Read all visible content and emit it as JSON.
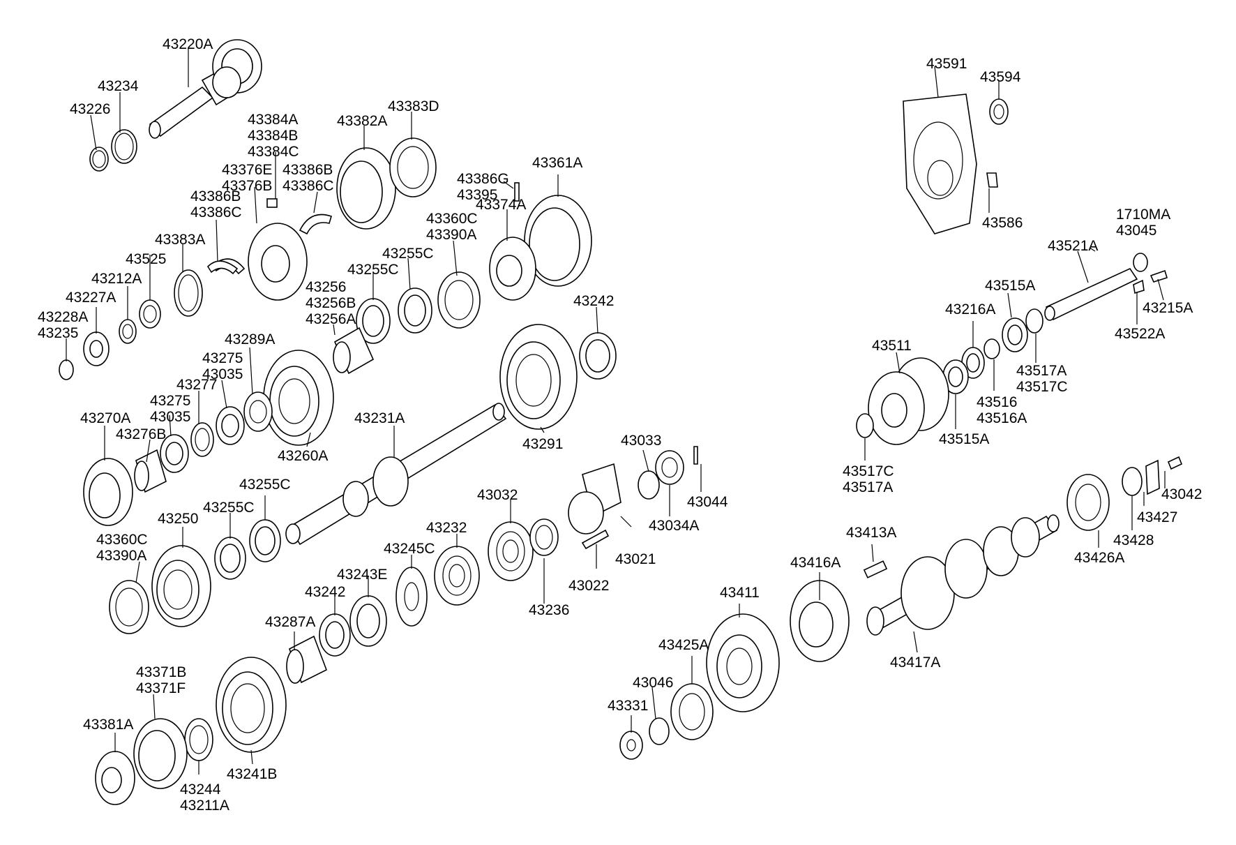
{
  "parts": [
    {
      "id": "p1",
      "lines": [
        "43220A"
      ]
    },
    {
      "id": "p2",
      "lines": [
        "43234"
      ]
    },
    {
      "id": "p3",
      "lines": [
        "43226"
      ]
    },
    {
      "id": "p4",
      "lines": [
        "43384A",
        "43384B",
        "43384C"
      ]
    },
    {
      "id": "p5",
      "lines": [
        "43382A"
      ]
    },
    {
      "id": "p6",
      "lines": [
        "43383D"
      ]
    },
    {
      "id": "p7",
      "lines": [
        "43376E",
        "43376B"
      ]
    },
    {
      "id": "p8",
      "lines": [
        "43386B",
        "43386C"
      ]
    },
    {
      "id": "p9",
      "lines": [
        "43386G",
        "43395"
      ]
    },
    {
      "id": "p10",
      "lines": [
        "43361A"
      ]
    },
    {
      "id": "p11",
      "lines": [
        "43386B",
        "43386C"
      ]
    },
    {
      "id": "p12",
      "lines": [
        "43374A"
      ]
    },
    {
      "id": "p13",
      "lines": [
        "43360C",
        "43390A"
      ]
    },
    {
      "id": "p14",
      "lines": [
        "43383A"
      ]
    },
    {
      "id": "p15",
      "lines": [
        "43255C"
      ]
    },
    {
      "id": "p16",
      "lines": [
        "43525"
      ]
    },
    {
      "id": "p17",
      "lines": [
        "43255C"
      ]
    },
    {
      "id": "p18",
      "lines": [
        "43212A"
      ]
    },
    {
      "id": "p19",
      "lines": [
        "43256",
        "43256B",
        "43256A"
      ]
    },
    {
      "id": "p20",
      "lines": [
        "43227A"
      ]
    },
    {
      "id": "p21",
      "lines": [
        "43242"
      ]
    },
    {
      "id": "p22",
      "lines": [
        "43228A",
        "43235"
      ]
    },
    {
      "id": "p23",
      "lines": [
        "43289A"
      ]
    },
    {
      "id": "p24",
      "lines": [
        "43275",
        "43035"
      ]
    },
    {
      "id": "p25",
      "lines": [
        "43277"
      ]
    },
    {
      "id": "p26",
      "lines": [
        "43275",
        "43035"
      ]
    },
    {
      "id": "p27",
      "lines": [
        "43270A"
      ]
    },
    {
      "id": "p28",
      "lines": [
        "43276B"
      ]
    },
    {
      "id": "p29",
      "lines": [
        "43231A"
      ]
    },
    {
      "id": "p30",
      "lines": [
        "43260A"
      ]
    },
    {
      "id": "p31",
      "lines": [
        "43291"
      ]
    },
    {
      "id": "p32",
      "lines": [
        "43255C"
      ]
    },
    {
      "id": "p33",
      "lines": [
        "43250"
      ]
    },
    {
      "id": "p34",
      "lines": [
        "43255C"
      ]
    },
    {
      "id": "p35",
      "lines": [
        "43360C",
        "43390A"
      ]
    },
    {
      "id": "p36",
      "lines": [
        "43032"
      ]
    },
    {
      "id": "p37",
      "lines": [
        "43232"
      ]
    },
    {
      "id": "p38",
      "lines": [
        "43245C"
      ]
    },
    {
      "id": "p39",
      "lines": [
        "43243E"
      ]
    },
    {
      "id": "p40",
      "lines": [
        "43242"
      ]
    },
    {
      "id": "p41",
      "lines": [
        "43287A"
      ]
    },
    {
      "id": "p42",
      "lines": [
        "43236"
      ]
    },
    {
      "id": "p43",
      "lines": [
        "43022"
      ]
    },
    {
      "id": "p44",
      "lines": [
        "43021"
      ]
    },
    {
      "id": "p45",
      "lines": [
        "43033"
      ]
    },
    {
      "id": "p46",
      "lines": [
        "43034A"
      ]
    },
    {
      "id": "p47",
      "lines": [
        "43044"
      ]
    },
    {
      "id": "p48",
      "lines": [
        "43371B",
        "43371F"
      ]
    },
    {
      "id": "p49",
      "lines": [
        "43381A"
      ]
    },
    {
      "id": "p50",
      "lines": [
        "43244",
        "43211A"
      ]
    },
    {
      "id": "p51",
      "lines": [
        "43241B"
      ]
    },
    {
      "id": "p52",
      "lines": [
        "43591"
      ]
    },
    {
      "id": "p53",
      "lines": [
        "43594"
      ]
    },
    {
      "id": "p54",
      "lines": [
        "43586"
      ]
    },
    {
      "id": "p55",
      "lines": [
        "1710MA",
        "43045"
      ]
    },
    {
      "id": "p56",
      "lines": [
        "43521A"
      ]
    },
    {
      "id": "p57",
      "lines": [
        "43215A"
      ]
    },
    {
      "id": "p58",
      "lines": [
        "43522A"
      ]
    },
    {
      "id": "p59",
      "lines": [
        "43515A"
      ]
    },
    {
      "id": "p60",
      "lines": [
        "43216A"
      ]
    },
    {
      "id": "p61",
      "lines": [
        "43511"
      ]
    },
    {
      "id": "p62",
      "lines": [
        "43517A",
        "43517C"
      ]
    },
    {
      "id": "p63",
      "lines": [
        "43516",
        "43516A"
      ]
    },
    {
      "id": "p64",
      "lines": [
        "43515A"
      ]
    },
    {
      "id": "p65",
      "lines": [
        "43517C",
        "43517A"
      ]
    },
    {
      "id": "p66",
      "lines": [
        "43042"
      ]
    },
    {
      "id": "p67",
      "lines": [
        "43427"
      ]
    },
    {
      "id": "p68",
      "lines": [
        "43428"
      ]
    },
    {
      "id": "p69",
      "lines": [
        "43426A"
      ]
    },
    {
      "id": "p70",
      "lines": [
        "43413A"
      ]
    },
    {
      "id": "p71",
      "lines": [
        "43416A"
      ]
    },
    {
      "id": "p72",
      "lines": [
        "43411"
      ]
    },
    {
      "id": "p73",
      "lines": [
        "43417A"
      ]
    },
    {
      "id": "p74",
      "lines": [
        "43425A"
      ]
    },
    {
      "id": "p75",
      "lines": [
        "43046"
      ]
    },
    {
      "id": "p76",
      "lines": [
        "43331"
      ]
    }
  ]
}
